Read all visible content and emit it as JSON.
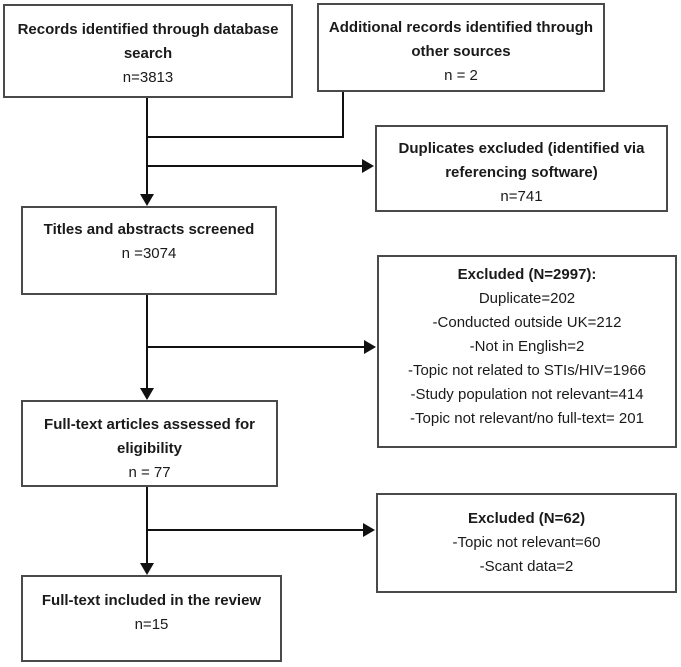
{
  "diagram": {
    "type": "prisma-flowchart",
    "colors": {
      "box_border": "#4a4a4a",
      "text": "#1a1a1a",
      "line": "#111111",
      "background": "#ffffff"
    },
    "boxes": {
      "records_db": {
        "title": "Records identified through database search",
        "count": "n=3813"
      },
      "records_other": {
        "title": "Additional records identified through other sources",
        "count": "n = 2"
      },
      "duplicates_excluded": {
        "title": "Duplicates excluded (identified via referencing software)",
        "count": "n=741"
      },
      "titles_screened": {
        "title": "Titles and abstracts screened",
        "count": "n =3074"
      },
      "excluded_screening": {
        "title": "Excluded (N=2997):",
        "items": [
          "Duplicate=202",
          "-Conducted outside UK=212",
          "-Not in English=2",
          "-Topic not related to STIs/HIV=1966",
          "-Study population not relevant=414",
          "-Topic not relevant/no full-text= 201"
        ]
      },
      "fulltext_assessed": {
        "title": "Full-text articles assessed for eligibility",
        "count": "n = 77"
      },
      "excluded_fulltext": {
        "title": "Excluded (N=62)",
        "items": [
          "-Topic not relevant=60",
          "-Scant data=2"
        ]
      },
      "fulltext_included": {
        "title": "Full-text included in the review",
        "count": "n=15"
      }
    }
  }
}
